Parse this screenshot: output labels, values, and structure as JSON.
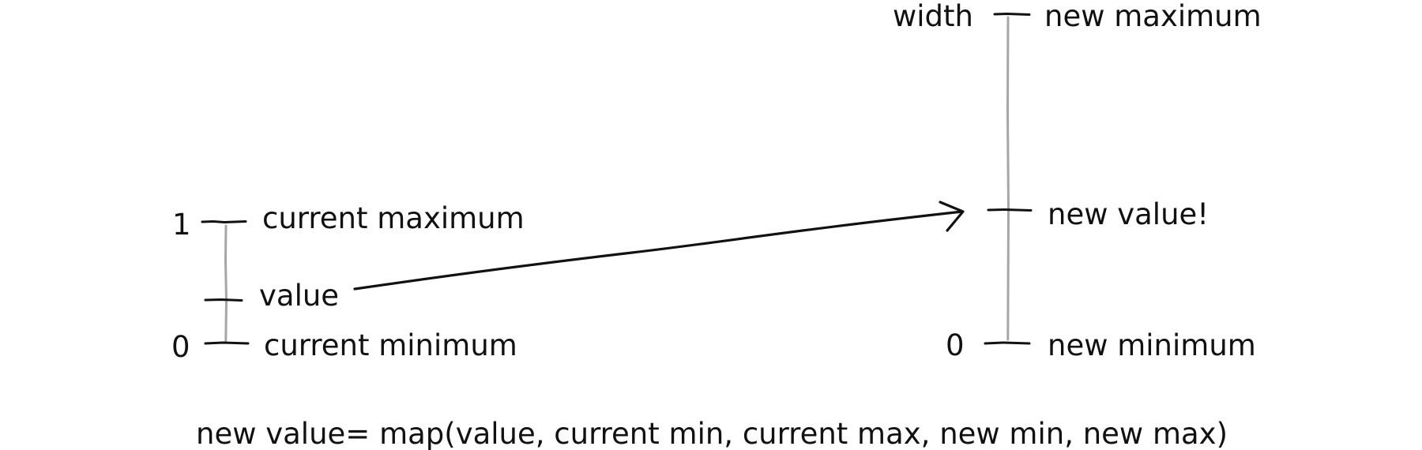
{
  "source_scale": {
    "max_tick": "1",
    "max_label": "current maximum",
    "value_label": "value",
    "min_tick": "0",
    "min_label": "current minimum"
  },
  "target_scale": {
    "max_tick": "width",
    "max_label": "new maximum",
    "value_label": "new value!",
    "min_tick": "0",
    "min_label": "new minimum"
  },
  "formula": "new value= map(value, current min, current max, new min, new max)",
  "colors": {
    "ink": "#111111",
    "axis": "#a6a6a6",
    "background": "#ffffff"
  }
}
